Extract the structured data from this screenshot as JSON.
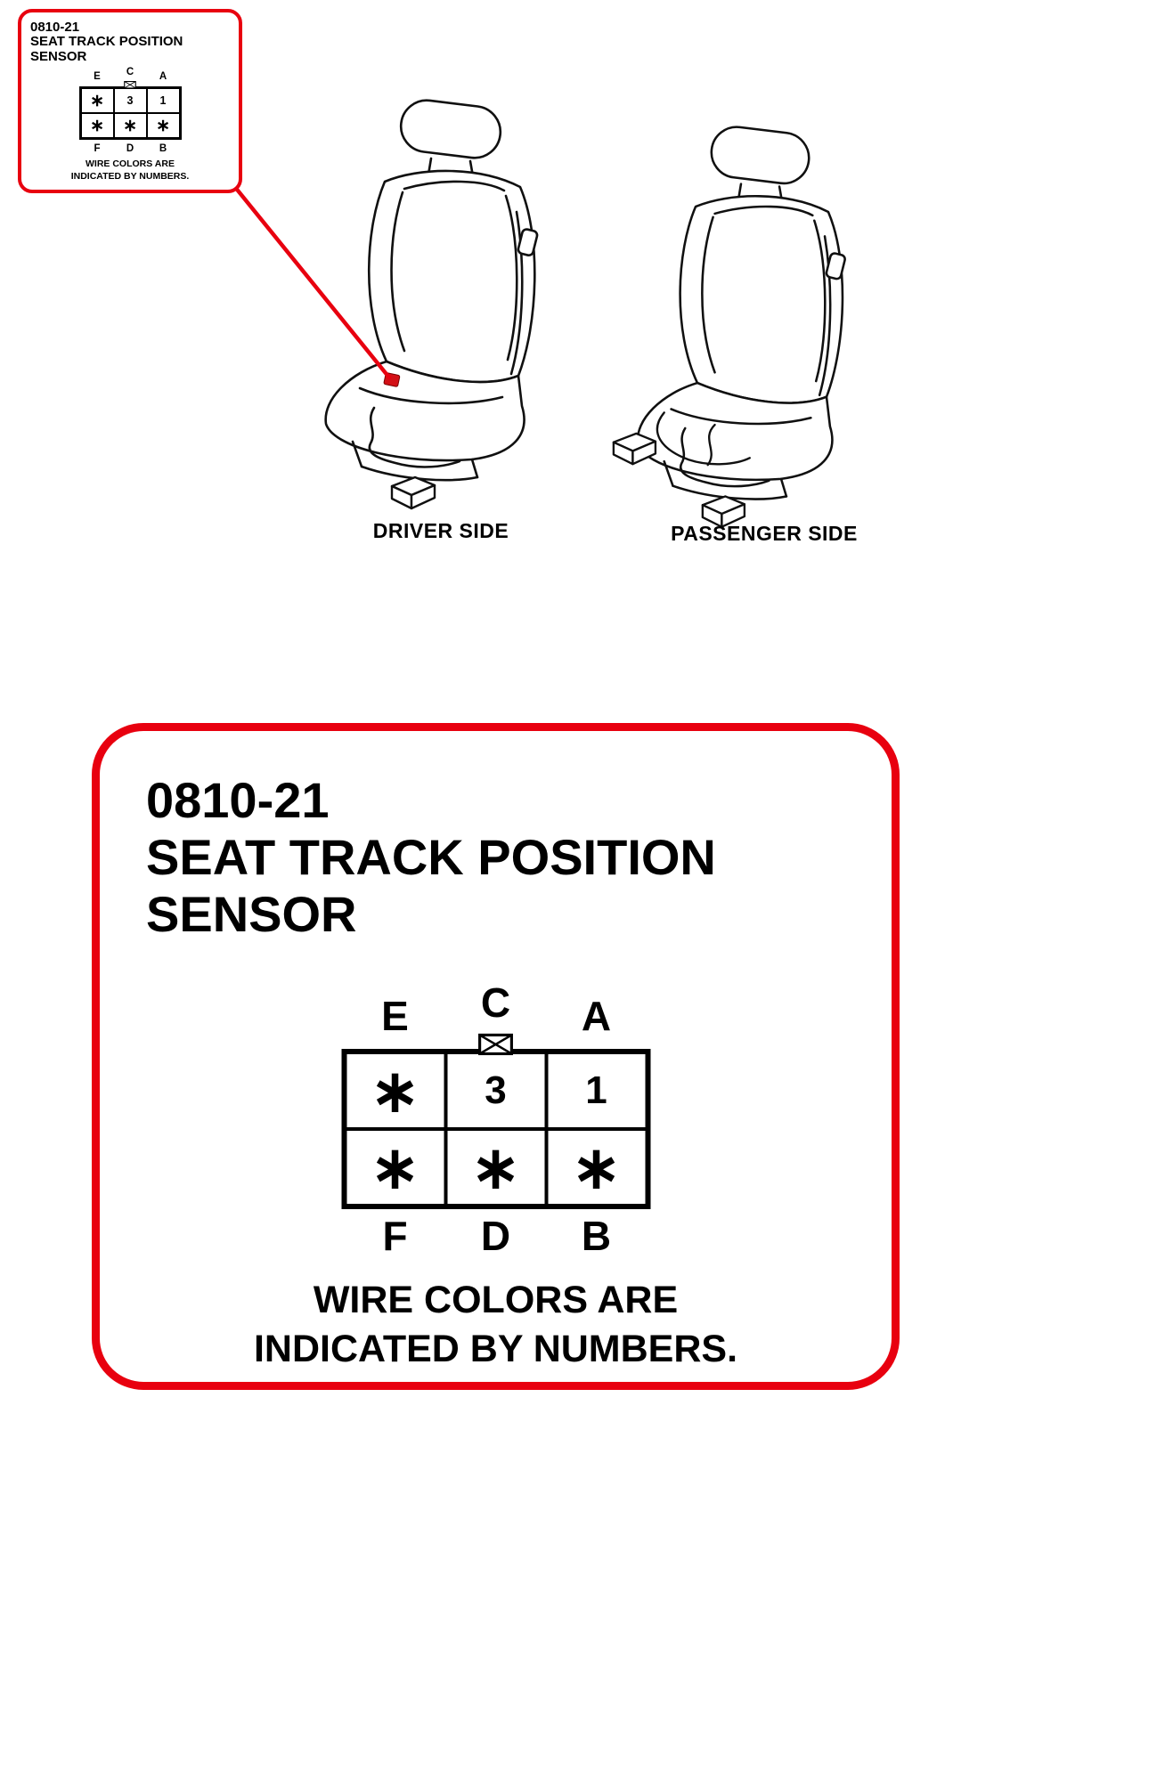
{
  "colors": {
    "accent_red": "#e8000f",
    "ink": "#000000"
  },
  "inset_callout": {
    "code": "0810-21",
    "title_lines": [
      "SEAT TRACK POSITION",
      "SENSOR"
    ],
    "note_lines": [
      "WIRE COLORS ARE",
      "INDICATED BY NUMBERS."
    ]
  },
  "main_callout": {
    "code": "0810-21",
    "title_lines": [
      "SEAT TRACK POSITION",
      "SENSOR"
    ],
    "note_lines": [
      "WIRE COLORS ARE",
      "INDICATED BY NUMBERS."
    ]
  },
  "connector_pinout": {
    "top_labels": [
      "E",
      "C",
      "A"
    ],
    "bottom_labels": [
      "F",
      "D",
      "B"
    ],
    "cells": [
      [
        "∗",
        "3",
        "1"
      ],
      [
        "∗",
        "∗",
        "∗"
      ]
    ]
  },
  "seat_labels": {
    "driver": "DRIVER SIDE",
    "passenger": "PASSENGER SIDE"
  }
}
